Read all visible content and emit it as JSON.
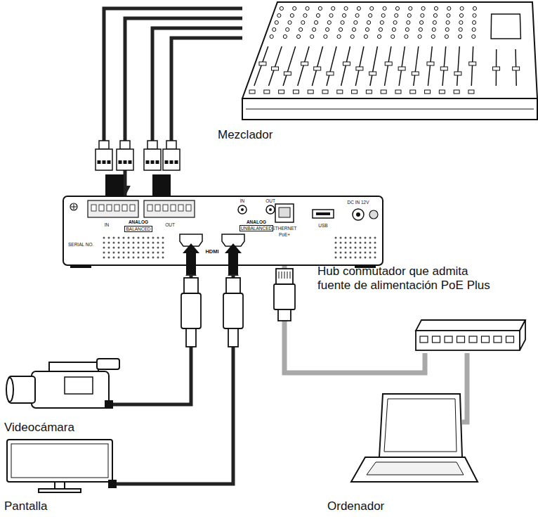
{
  "diagram": {
    "nodes": [
      {
        "text": [
          "Mezclador"
        ]
      },
      {
        "text": [
          "IN",
          "OUT",
          "ANALOG",
          "BALANCED",
          "IN",
          "OUT",
          "ANALOG",
          "UNBALANCED",
          "SERIAL NO.",
          "HDMI",
          "USB",
          "ETHERNET",
          "PoE+",
          "DC IN 12V"
        ]
      },
      {
        "text": [
          "Hub conmutador que admita fuente de alimentación PoE Plus"
        ]
      },
      {
        "text": [
          "Videocámara"
        ]
      },
      {
        "text": [
          "Pantalla"
        ]
      },
      {
        "text": [
          "Ordenador"
        ]
      }
    ],
    "edges": [
      {
        "from": 0,
        "to": 1,
        "arrow": "to"
      },
      {
        "from": 3,
        "to": 1,
        "arrow": "to"
      },
      {
        "from": 4,
        "to": 1,
        "arrow": "to"
      },
      {
        "from": 2,
        "to": 1,
        "arrow": "to"
      },
      {
        "from": 2,
        "to": 5,
        "arrow": "none"
      }
    ]
  }
}
